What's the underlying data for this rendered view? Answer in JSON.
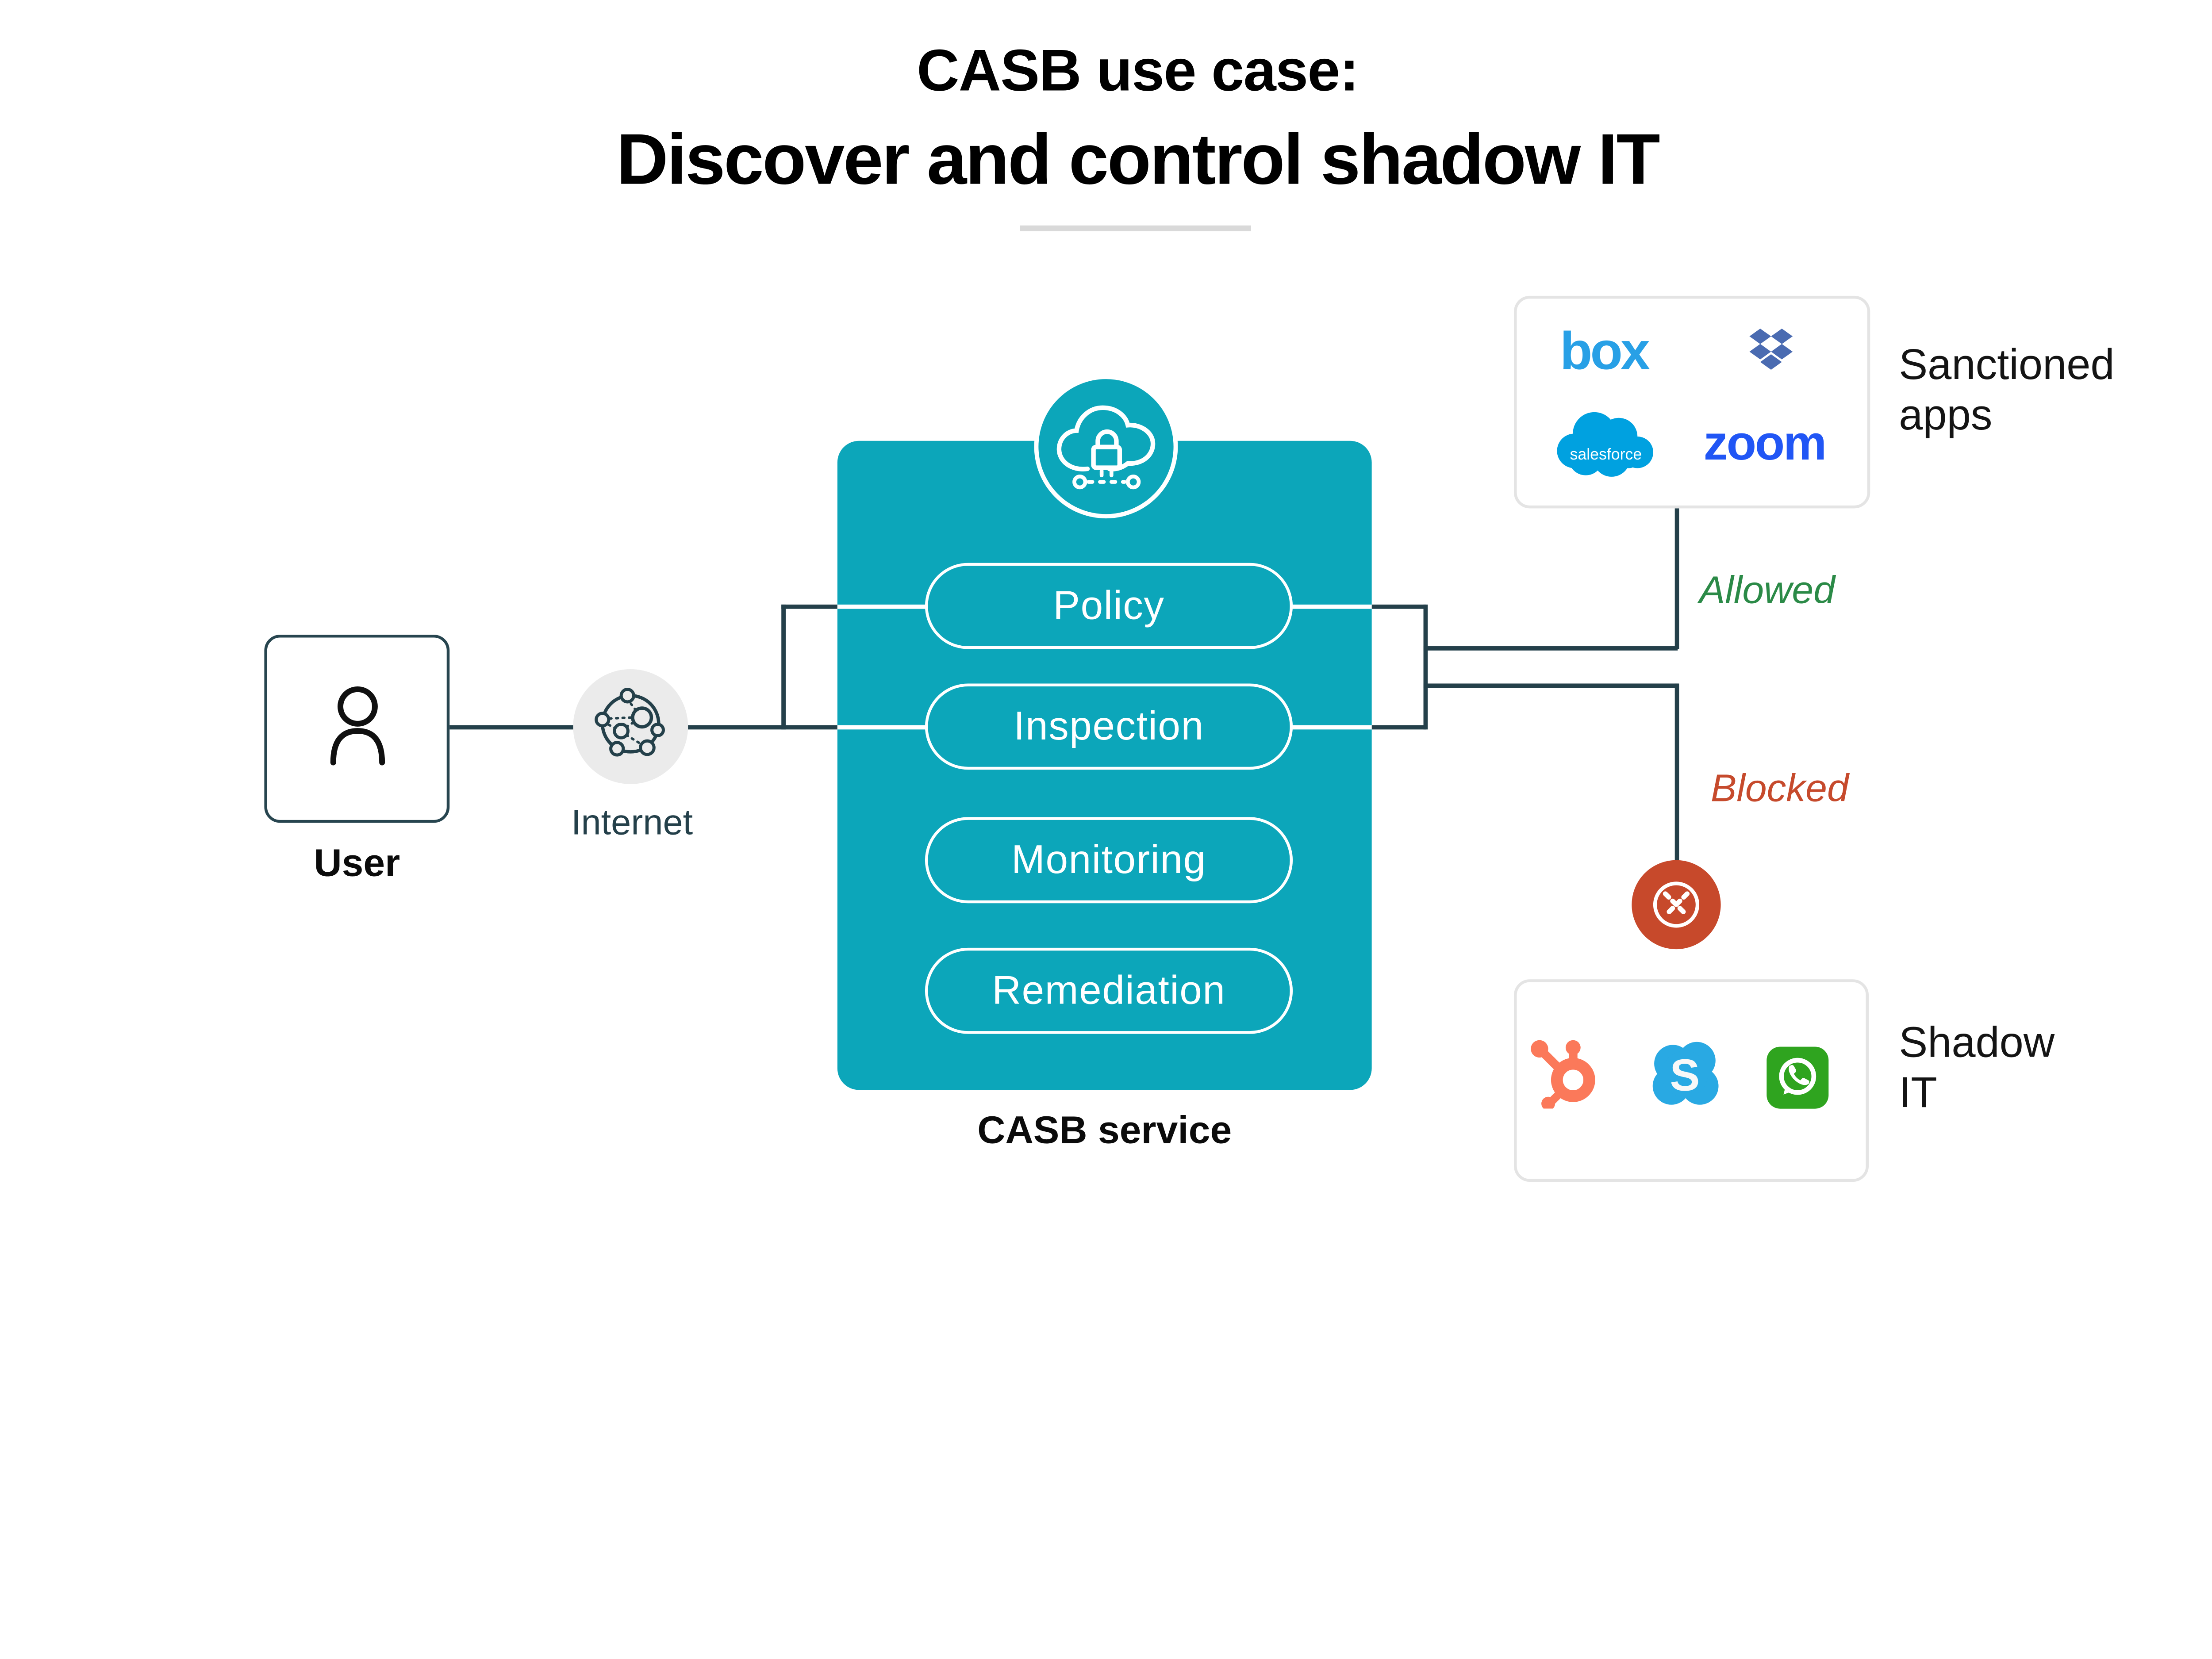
{
  "title": {
    "line1": "CASB use case:",
    "line2": "Discover and control shadow IT"
  },
  "nodes": {
    "user": {
      "label": "User"
    },
    "internet": {
      "label": "Internet"
    },
    "casb": {
      "label": "CASB service",
      "pills": [
        {
          "label": "Policy"
        },
        {
          "label": "Inspection"
        },
        {
          "label": "Monitoring"
        },
        {
          "label": "Remediation"
        }
      ]
    }
  },
  "edges": {
    "allowed_label": "Allowed",
    "blocked_label": "Blocked"
  },
  "cards": {
    "sanctioned": {
      "label": "Sanctioned apps",
      "apps": [
        "box",
        "dropbox",
        "salesforce",
        "zoom"
      ]
    },
    "shadow": {
      "label": "Shadow IT",
      "apps": [
        "hubspot",
        "skype",
        "whatsapp"
      ]
    }
  },
  "logos": {
    "box_text": "box",
    "zoom_text": "zoom",
    "salesforce_text": "salesforce",
    "skype_letter": "S"
  },
  "icons": {
    "user": "person-icon",
    "internet": "network-globe-icon",
    "casb_badge": "cloud-lock-icon",
    "blocked": "blocked-x-icon"
  },
  "colors": {
    "teal": "#0CA6BA",
    "line": "#24404A",
    "node-gray": "#EBEBEB",
    "divider": "#D9D9D9",
    "green": "#2B8A47",
    "red-text": "#C64A2C",
    "red-circle": "#C7492B",
    "card-border": "#E4E4E4",
    "box-blue": "#28A0E6",
    "dropbox-blue": "#4A6BB1",
    "salesforce-blue": "#00A1E0",
    "zoom-blue": "#2156F5",
    "hubspot-coral": "#FB795A",
    "skype-blue": "#29A9E3",
    "whatsapp-green": "#2FA41F",
    "text-dark": "#111111"
  }
}
